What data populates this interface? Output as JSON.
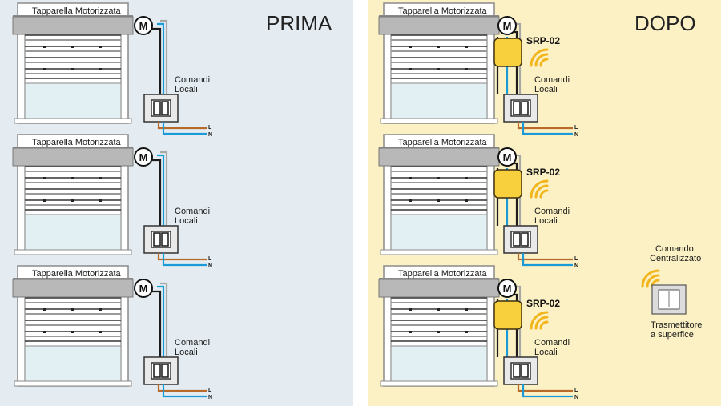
{
  "colors": {
    "panel_before": "#e4ecf1",
    "panel_after": "#fbf1c4",
    "shutter_frame": "#b8b8b8",
    "window_glass": "#e2f0f4",
    "wire_blue": "#1a9ad6",
    "wire_brown": "#b86a2a",
    "wire_grey": "#a8a8a8",
    "wire_black": "#1c1c1c",
    "module_yellow": "#f8cf3c",
    "wifi": "#f2b51c"
  },
  "before": {
    "title": "PRIMA",
    "units": [
      {
        "shutter_label": "Tapparella Motorizzata",
        "motor_label": "M",
        "local_label_1": "Comandi",
        "local_label_2": "Locali",
        "line_l": "L",
        "line_n": "N"
      },
      {
        "shutter_label": "Tapparella Motorizzata",
        "motor_label": "M",
        "local_label_1": "Comandi",
        "local_label_2": "Locali",
        "line_l": "L",
        "line_n": "N"
      },
      {
        "shutter_label": "Tapparella Motorizzata",
        "motor_label": "M",
        "local_label_1": "Comandi",
        "local_label_2": "Locali",
        "line_l": "L",
        "line_n": "N"
      }
    ]
  },
  "after": {
    "title": "DOPO",
    "units": [
      {
        "shutter_label": "Tapparella Motorizzata",
        "motor_label": "M",
        "module_label": "SRP-02",
        "local_label_1": "Comandi",
        "local_label_2": "Locali",
        "line_l": "L",
        "line_n": "N"
      },
      {
        "shutter_label": "Tapparella Motorizzata",
        "motor_label": "M",
        "module_label": "SRP-02",
        "local_label_1": "Comandi",
        "local_label_2": "Locali",
        "line_l": "L",
        "line_n": "N"
      },
      {
        "shutter_label": "Tapparella Motorizzata",
        "motor_label": "M",
        "module_label": "SRP-02",
        "local_label_1": "Comandi",
        "local_label_2": "Locali",
        "line_l": "L",
        "line_n": "N"
      }
    ],
    "central": {
      "label_1": "Comando",
      "label_2": "Centralizzato",
      "device_1": "Trasmettitore",
      "device_2": "a superfice"
    }
  }
}
